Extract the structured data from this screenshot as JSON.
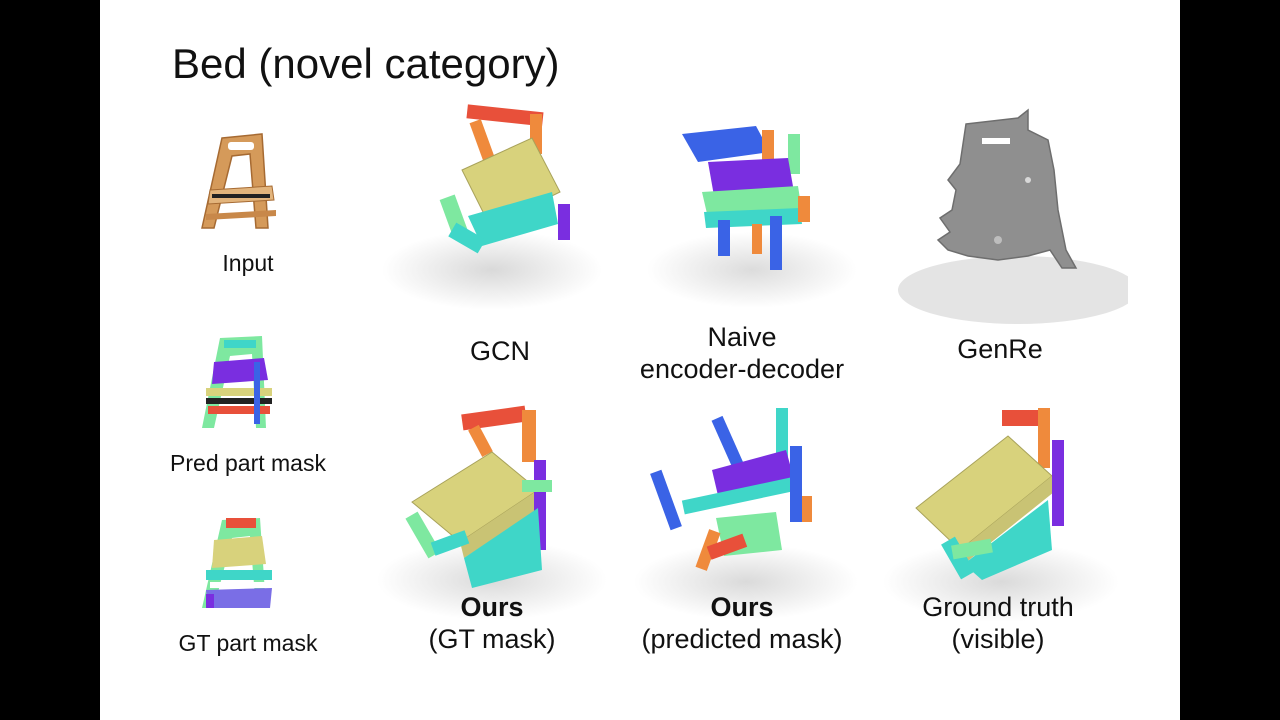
{
  "title": "Bed (novel category)",
  "inputs": [
    {
      "label": "Input"
    },
    {
      "label": "Pred part mask"
    },
    {
      "label": "GT part mask"
    }
  ],
  "results_top": [
    {
      "label": "GCN"
    },
    {
      "label_line1": "Naive",
      "label_line2": "encoder-decoder"
    },
    {
      "label": "GenRe"
    }
  ],
  "results_bottom": [
    {
      "label_bold": "Ours",
      "label_sub": "(GT mask)"
    },
    {
      "label_bold": "Ours",
      "label_sub": "(predicted mask)"
    },
    {
      "label_line1": "Ground truth",
      "label_line2": "(visible)"
    }
  ],
  "colors": {
    "frame": "#000000",
    "background": "#ffffff",
    "yellow": "#d8d27c",
    "cyan": "#3fd6c8",
    "red": "#e8503a",
    "orange": "#ef8a3c",
    "purple": "#7a2ee0",
    "blue": "#3a63e6",
    "green": "#7ee8a0",
    "gray": "#8f8f8f",
    "wood": "#d59a5a"
  }
}
